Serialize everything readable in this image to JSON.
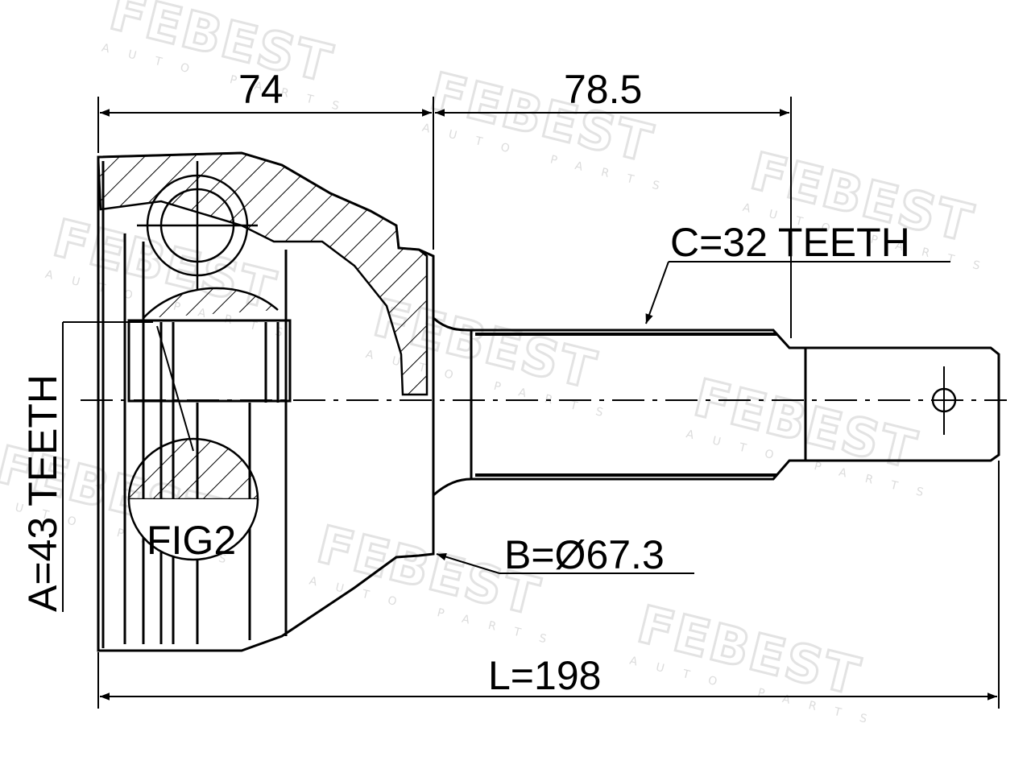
{
  "watermark": {
    "brand": "FEBEST",
    "tagline": "AUTO PARTS"
  },
  "dimensions": {
    "housing_length": "74",
    "shaft_length": "78.5",
    "spline_c": "C=32 TEETH",
    "spline_a": "A=43 TEETH",
    "abs_ring": "B=Ø67.3",
    "total_length": "L=198"
  },
  "figure_label": "FIG2"
}
